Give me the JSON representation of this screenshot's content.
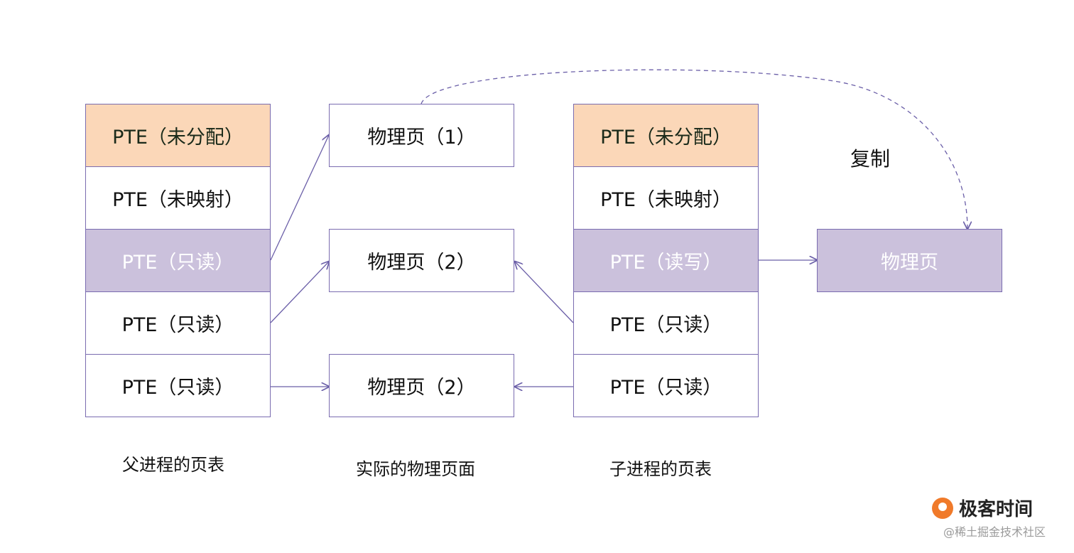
{
  "parent_table": {
    "caption": "父进程的页表",
    "entries": [
      "PTE（未分配）",
      "PTE（未映射）",
      "PTE（只读）",
      "PTE（只读）",
      "PTE（只读）"
    ]
  },
  "physical_pages": {
    "caption": "实际的物理页面",
    "pages": [
      "物理页（1）",
      "物理页（2）",
      "物理页（2）"
    ]
  },
  "child_table": {
    "caption": "子进程的页表",
    "entries": [
      "PTE（未分配）",
      "PTE（未映射）",
      "PTE（读写）",
      "PTE（只读）",
      "PTE（只读）"
    ]
  },
  "copy": {
    "label": "复制",
    "target_page": "物理页"
  },
  "colors": {
    "border": "#7a6cb0",
    "unallocated": "#fbd7b8",
    "highlighted": "#cbc1dc",
    "arrow": "#6b5fa8"
  },
  "watermark": {
    "logo": "极客时间",
    "source": "@稀土掘金技术社区"
  }
}
